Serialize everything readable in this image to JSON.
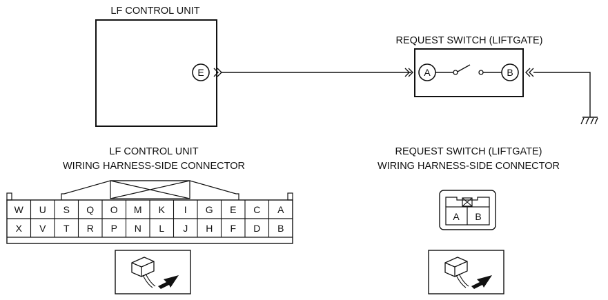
{
  "control_unit": {
    "title": "LF CONTROL UNIT",
    "terminal": "E",
    "connector_title_line1": "LF CONTROL UNIT",
    "connector_title_line2": "WIRING HARNESS-SIDE CONNECTOR",
    "pins_top": [
      "W",
      "U",
      "S",
      "Q",
      "O",
      "M",
      "K",
      "I",
      "G",
      "E",
      "C",
      "A"
    ],
    "pins_bottom": [
      "X",
      "V",
      "T",
      "R",
      "P",
      "N",
      "L",
      "J",
      "H",
      "F",
      "D",
      "B"
    ]
  },
  "request_switch": {
    "title": "REQUEST SWITCH (LIFTGATE)",
    "terminal_a": "A",
    "terminal_b": "B",
    "connector_title_line1": "REQUEST SWITCH (LIFTGATE)",
    "connector_title_line2": "WIRING HARNESS-SIDE CONNECTOR",
    "pins": [
      "A",
      "B"
    ]
  },
  "icons": {
    "ground": "ground-symbol",
    "harness_view": "harness-side-view-icon"
  }
}
